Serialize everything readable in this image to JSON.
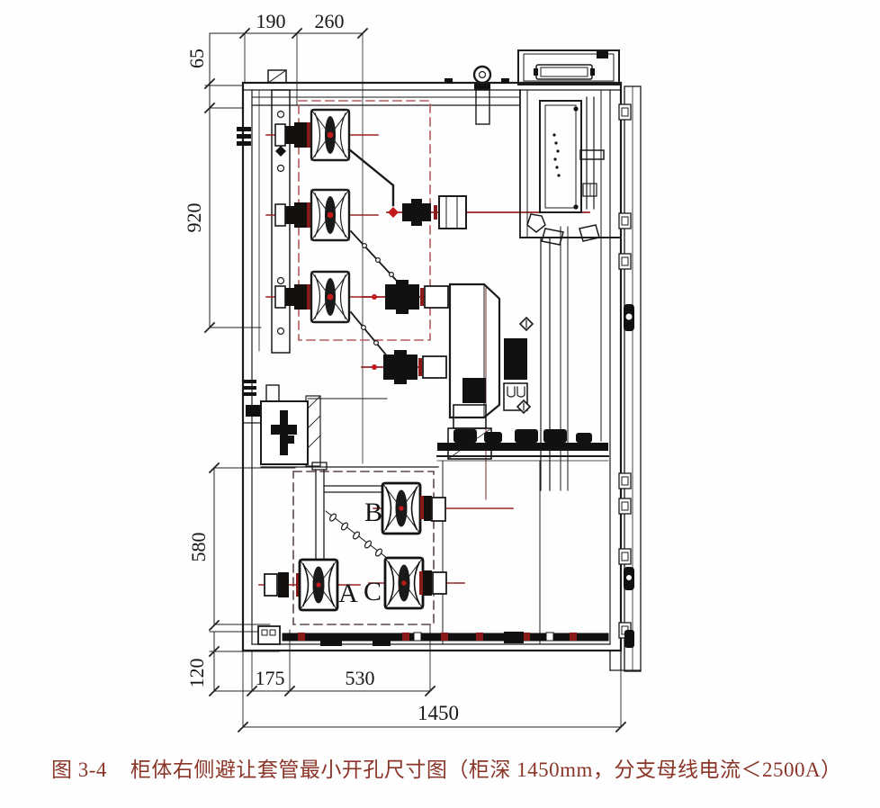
{
  "figure": {
    "caption_label": "图 3-4",
    "caption_text": "柜体右侧避让套管最小开孔尺寸图（柜深 1450mm，分支母线电流＜2500A）"
  },
  "dimensions": {
    "top_first": "190",
    "top_second": "260",
    "left_top": "65",
    "left_upper": "920",
    "left_lower": "580",
    "left_bottom": "120",
    "bottom_left": "175",
    "bottom_mid": "530",
    "bottom_overall": "1450"
  },
  "phase_labels": {
    "a": "A",
    "b": "B",
    "c": "C"
  },
  "colors": {
    "line": "#1b1b1b",
    "centerline_red": "#9a2222",
    "accent_red": "#c11b1b",
    "dark_red_fill": "#8a1a1a",
    "caption": "#8a3528",
    "dashed_opening_top": "#b35a5a",
    "dashed_opening_bottom": "#5f4747"
  }
}
